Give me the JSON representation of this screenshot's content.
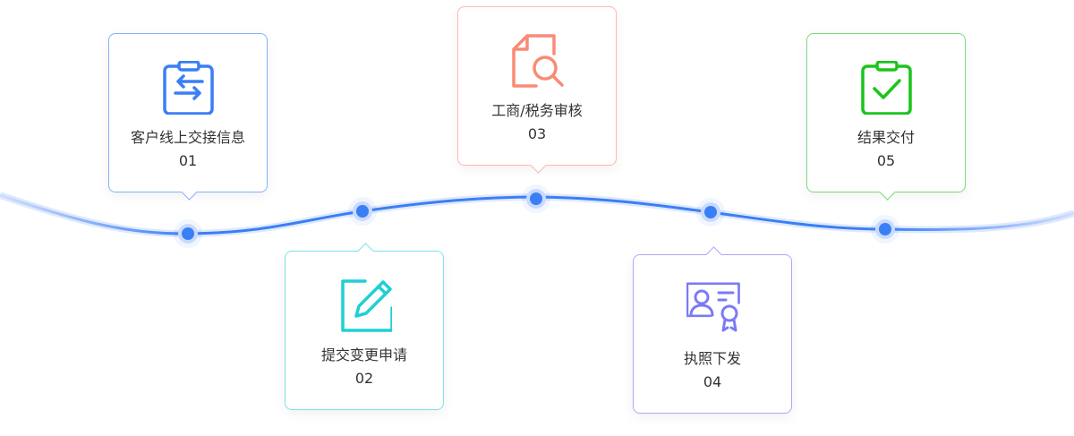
{
  "steps": [
    {
      "label": "客户线上交接信息",
      "number": "01",
      "icon": "clipboard-transfer-icon",
      "color": "#3a7ff5"
    },
    {
      "label": "提交变更申请",
      "number": "02",
      "icon": "edit-icon",
      "color": "#1fcfd6"
    },
    {
      "label": "工商/税务审核",
      "number": "03",
      "icon": "document-search-icon",
      "color": "#f98b76"
    },
    {
      "label": "执照下发",
      "number": "04",
      "icon": "certificate-icon",
      "color": "#7b7bf5"
    },
    {
      "label": "结果交付",
      "number": "05",
      "icon": "clipboard-check-icon",
      "color": "#1bc41b"
    }
  ],
  "line_color": "#3a7ff5"
}
